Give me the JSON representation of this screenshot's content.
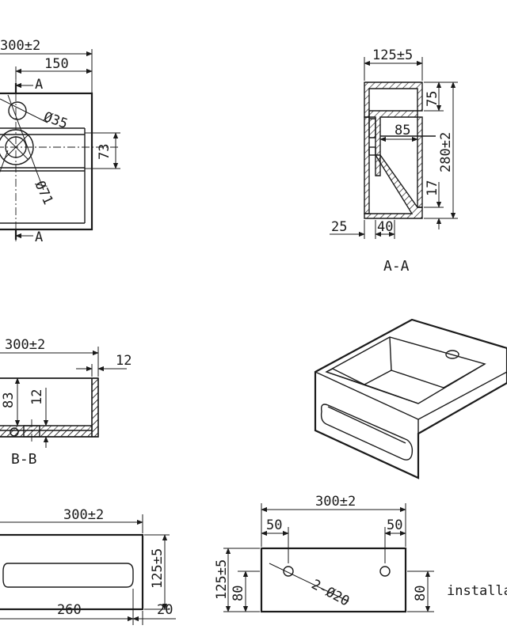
{
  "top_view": {
    "width_dim": "300±2",
    "half_dim": "150",
    "section_mark_top": "A",
    "section_mark_bottom": "A",
    "hole_dim": "Ø35",
    "drain_dim": "Ø71",
    "depth_dim": "73"
  },
  "section_aa": {
    "top_dim": "125±5",
    "rim_dim": "75",
    "inner_dim": "85",
    "height_dim": "280±2",
    "bottom_dim": "17",
    "left_dim": "25",
    "drain_dim": "40",
    "title": "A-A"
  },
  "section_bb": {
    "width_dim": "300±2",
    "wall_dim": "12",
    "height_dim": "83",
    "floor_dim": "12",
    "title": "B-B"
  },
  "front_view": {
    "width_dim": "300±2",
    "height_dim": "125±5",
    "slot_dim": "260",
    "edge_dim": "20"
  },
  "install_view": {
    "width_dim": "300±2",
    "left_offset": "50",
    "right_offset": "50",
    "left_height": "125±5",
    "left_hole_height": "80",
    "right_hole_height": "80",
    "holes_dim": "2-Ø20",
    "caption": "installati"
  }
}
